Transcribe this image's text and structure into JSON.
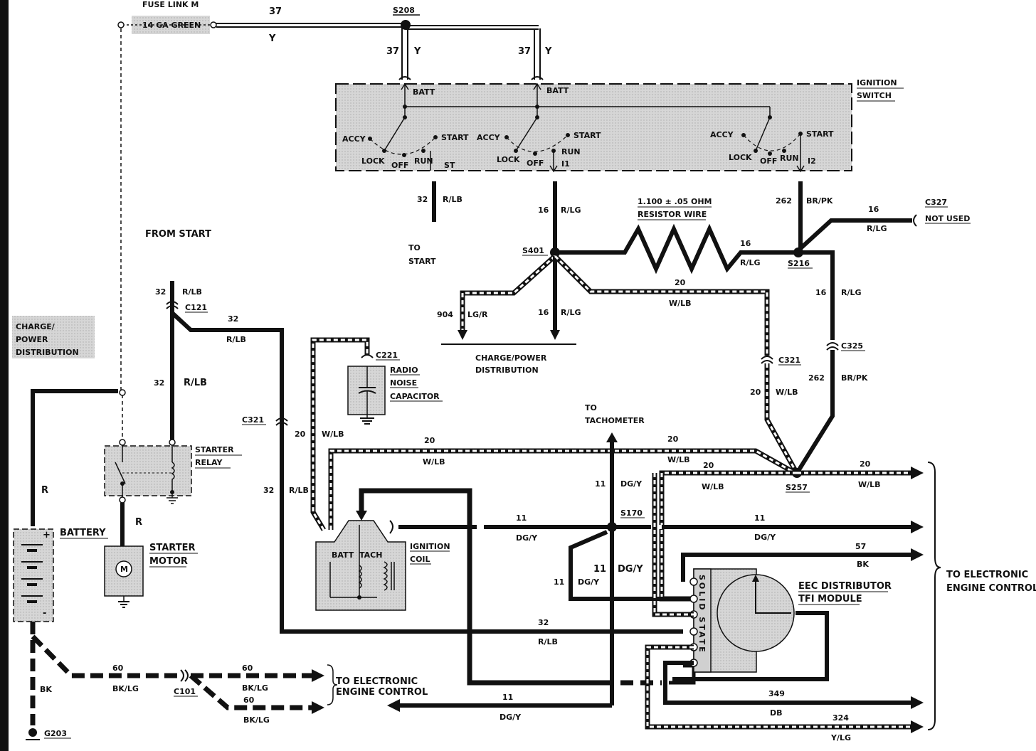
{
  "labels": {
    "fuse_link": "FUSE LINK M",
    "fuse_gauge": "14 GA GREEN",
    "s208": "S208",
    "ignition_switch_1": "IGNITION",
    "ignition_switch_2": "SWITCH",
    "batt": "BATT",
    "accy": "ACCY",
    "lock": "LOCK",
    "off": "OFF",
    "run": "RUN",
    "start": "START",
    "st": "ST",
    "i1": "I1",
    "i2": "I2",
    "from_start": "FROM START",
    "to_start_1": "TO",
    "to_start_2": "START",
    "s401": "S401",
    "resistor_1": "1.100 ± .05 OHM",
    "resistor_2": "RESISTOR WIRE",
    "s216": "S216",
    "c327_1": "C327",
    "c327_2": "NOT USED",
    "charge_power_dist_1": "CHARGE/POWER",
    "charge_power_dist_2": "DISTRIBUTION",
    "charge_dist_left_1": "CHARGE/",
    "charge_dist_left_2": "POWER",
    "charge_dist_left_3": "DISTRIBUTION",
    "c121": "C121",
    "c221": "C221",
    "radio_1": "RADIO",
    "radio_2": "NOISE",
    "radio_3": "CAPACITOR",
    "c321": "C321",
    "c325": "C325",
    "to_tach_1": "TO",
    "to_tach_2": "TACHOMETER",
    "s257": "S257",
    "s170": "S170",
    "starter_relay_1": "STARTER",
    "starter_relay_2": "RELAY",
    "battery": "BATTERY",
    "starter_motor_1": "STARTER",
    "starter_motor_2": "MOTOR",
    "ignition_coil_1": "IGNITION",
    "ignition_coil_2": "COIL",
    "coil_batt": "BATT",
    "coil_tach": "TACH",
    "eec_1": "EEC DISTRIBUTOR",
    "eec_2": "TFI MODULE",
    "solid_state": "SOLID STATE",
    "to_eec_right_1": "TO ELECTRONIC",
    "to_eec_right_2": "ENGINE CONTROL",
    "to_eec_bottom_1": "TO ELECTRONIC",
    "to_eec_bottom_2": "ENGINE CONTROL",
    "c101": "C101",
    "g203": "G203",
    "motor_m": "M",
    "plus": "+",
    "minus": "-"
  },
  "wires": {
    "w37": "37",
    "y": "Y",
    "w32": "32",
    "rlb": "R/LB",
    "w16": "16",
    "rlg": "R/LG",
    "w262": "262",
    "brpk": "BR/PK",
    "w904": "904",
    "lgr": "LG/R",
    "w20": "20",
    "wlb": "W/LB",
    "w11": "11",
    "dgy": "DG/Y",
    "w57": "57",
    "bk": "BK",
    "w349": "349",
    "db": "DB",
    "w324": "324",
    "ylg": "Y/LG",
    "w60": "60",
    "bklg": "BK/LG",
    "r": "R"
  }
}
